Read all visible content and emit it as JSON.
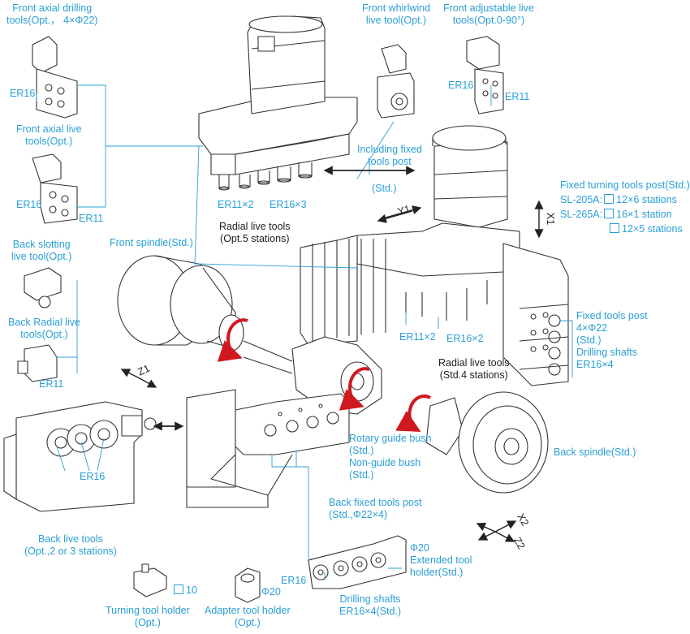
{
  "colors": {
    "label_blue": "#2a9fd6",
    "label_dark": "#222222",
    "rotation_arrow": "#d0181f",
    "line": "#333333"
  },
  "labels": {
    "front_axial_drilling": [
      "Front axial drilling",
      "tools(Opt.，  4×Φ22)"
    ],
    "er16_a": "ER16",
    "front_axial_live": [
      "Front axial live",
      "tools(Opt.)"
    ],
    "er16_b": "ER16",
    "er11_b": "ER11",
    "back_slotting": [
      "Back slotting",
      "live tool(Opt.)"
    ],
    "back_radial": [
      "Back Radial live",
      "tools(Opt.)"
    ],
    "er11_c": "ER11",
    "er16_back": "ER16",
    "back_live_tools": [
      "Back live tools",
      "(Opt.,2 or 3 stations)"
    ],
    "front_whirlwind": [
      "Front whirlwind",
      "live tool(Opt.)"
    ],
    "front_adjustable": [
      "Front adjustable live",
      "tools(Opt.0-90°)"
    ],
    "er16_adj": "ER16",
    "er11_adj": "ER11",
    "er11x2_top": "ER11×2",
    "er16x3_top": "ER16×3",
    "radial_live_opt": [
      "Radial live tools",
      "(Opt.5 stations)"
    ],
    "including_fixed": [
      "Including fixed",
      "tools post"
    ],
    "std_post": "(Std.)",
    "y1": "Y1",
    "x1": "X1",
    "fixed_turning_title": "Fixed turning tools post(Std.)",
    "sl205a": "SL-205A:",
    "sl205a_val": "12×6 stations",
    "sl265a": "SL-265A:",
    "sl265a_val1": "16×1 station",
    "sl265a_val2": "12×5 stations",
    "front_spindle": "Front spindle(Std.)",
    "er11x2_mid": "ER11×2",
    "er16x2_mid": "ER16×2",
    "radial_live_std": [
      "Radial live tools",
      "(Std.4 stations)"
    ],
    "fixed_tools_post": [
      "Fixed tools post",
      "4×Φ22",
      "(Std.)",
      "Drilling shafts",
      "ER16×4"
    ],
    "z1": "Z1",
    "rotary_guide": [
      "Rotary guide bush",
      "(Std.)",
      "Non-guide bush",
      "(Std.)"
    ],
    "back_spindle": "Back spindle(Std.)",
    "back_fixed_post": [
      "Back fixed tools post",
      "(Std.,Φ22×4)"
    ],
    "x2": "X2",
    "z2": "Z2",
    "phi20_ext": [
      "Φ20",
      "Extended tool",
      "holder(Std.)"
    ],
    "er16_drill": "ER16",
    "drilling_shafts": [
      "Drilling shafts",
      "ER16×4(Std.)"
    ],
    "turning_holder_val": "10",
    "turning_holder": [
      "Turning tool holder",
      "(Opt.)"
    ],
    "phi20_adapter": "Φ20",
    "adapter_holder": [
      "Adapter tool holder",
      "(Opt.)"
    ]
  }
}
